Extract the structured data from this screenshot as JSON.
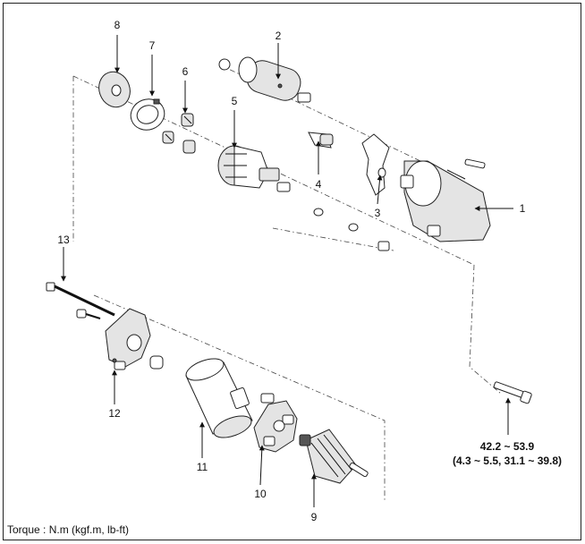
{
  "labels": {
    "p1": "1",
    "p2": "2",
    "p3": "3",
    "p4": "4",
    "p5": "5",
    "p6": "6",
    "p7": "7",
    "p8": "8",
    "p9": "9",
    "p10": "10",
    "p11": "11",
    "p12": "12",
    "p13": "13"
  },
  "torque": {
    "line1": "42.2 ~ 53.9",
    "line2": "(4.3 ~ 5.5, 31.1 ~ 39.8)"
  },
  "footer": "Torque : N.m (kgf.m, lb-ft)"
}
